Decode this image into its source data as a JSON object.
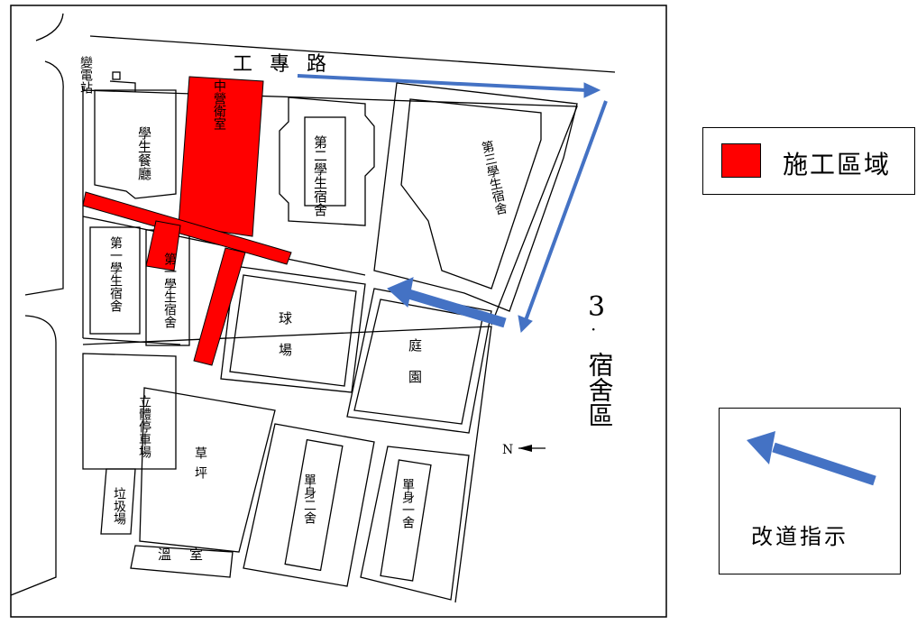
{
  "colors": {
    "construction": "#ff0000",
    "detour": "#4472c4",
    "line": "#000000"
  },
  "road": {
    "name": "工 專 路"
  },
  "labels": {
    "substation": "變電站",
    "dining_hall": "學生餐廳",
    "clinic": "中營衛室",
    "dorm2": "第二學生宿舍",
    "dorm3": "第三學生宿舍",
    "dorm1": "第一學生宿舍",
    "dorm1b": "第一學生宿舍",
    "court": "球場",
    "garden": "庭園",
    "parking": "立體停車場",
    "lawn": "草坪",
    "garbage": "垃圾場",
    "greenhouse": "溫室",
    "single2": "單身二舍",
    "single1": "單身一舍",
    "district_num": "3",
    "district_name": "宿舍區",
    "north": "N"
  },
  "legend": {
    "construction_label": "施工區域",
    "detour_label": "改道指示",
    "construction_icon": "red-square-icon",
    "detour_icon": "blue-arrow-icon"
  }
}
